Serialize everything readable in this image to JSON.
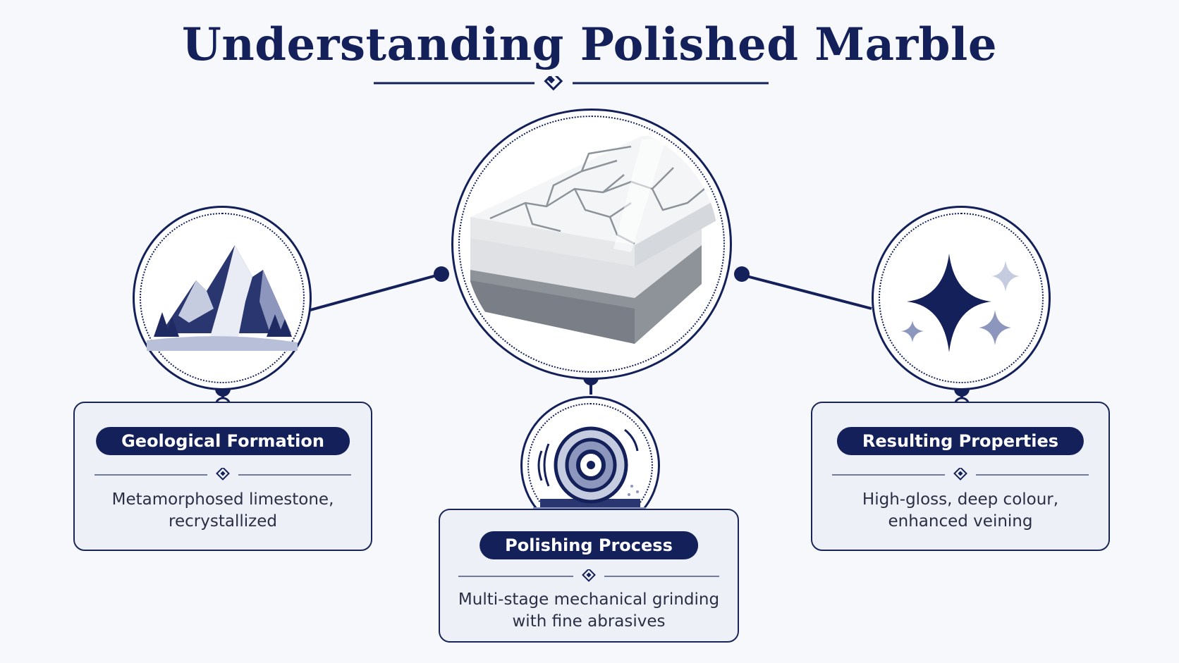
{
  "title": "Understanding Polished Marble",
  "icons": {
    "center": "marble-slab-icon",
    "left": "mountain-icon",
    "middle": "polishing-wheel-icon",
    "right": "sparkle-icon"
  },
  "colors": {
    "navy": "#14205a",
    "card_fill": "#edf0f7",
    "background": "#f7f8fb"
  },
  "cards": {
    "geological": {
      "label": "Geological Formation",
      "line1": "Metamorphosed limestone,",
      "line2": "recrystallized"
    },
    "polishing": {
      "label": "Polishing Process",
      "line1": "Multi-stage mechanical grinding",
      "line2": "with fine abrasives"
    },
    "properties": {
      "label": "Resulting Properties",
      "line1": "High-gloss, deep colour,",
      "line2": "enhanced veining"
    }
  }
}
